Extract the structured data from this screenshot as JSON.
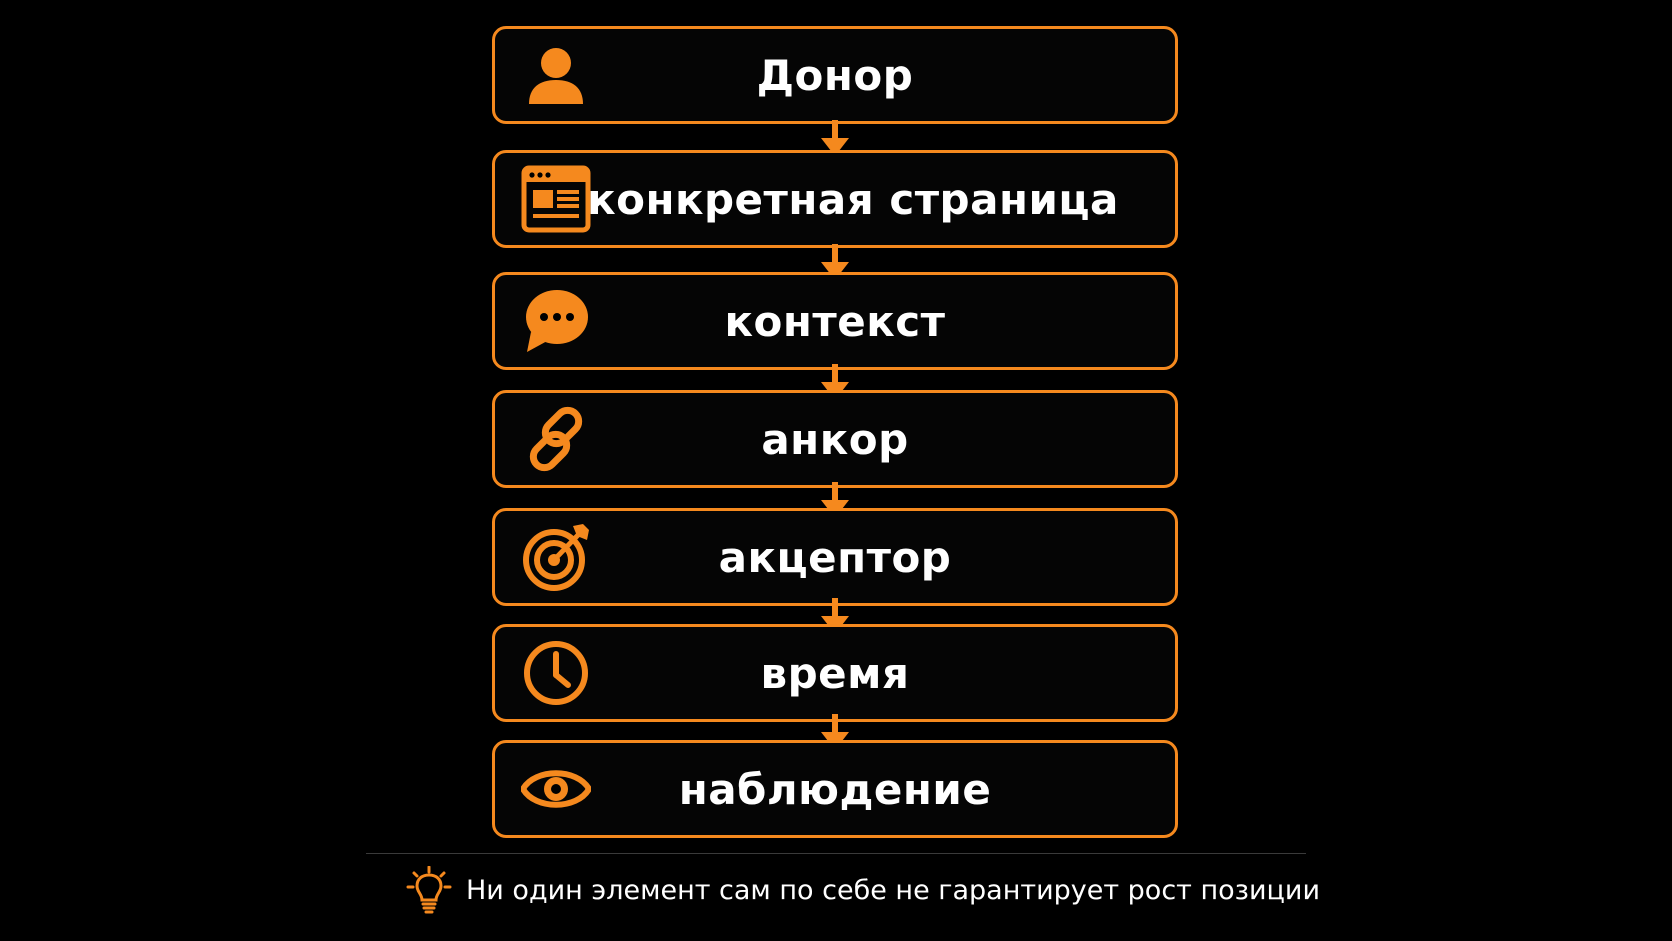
{
  "colors": {
    "background": "#000000",
    "accent": "#f5891e",
    "text": "#ffffff"
  },
  "steps": [
    {
      "label": "Донор",
      "icon": "user-icon"
    },
    {
      "label": "конкретная страница",
      "icon": "webpage-icon"
    },
    {
      "label": "контекст",
      "icon": "chat-bubble-icon"
    },
    {
      "label": "анкор",
      "icon": "link-icon"
    },
    {
      "label": "акцептор",
      "icon": "target-icon"
    },
    {
      "label": "время",
      "icon": "clock-icon"
    },
    {
      "label": "наблюдение",
      "icon": "eye-icon"
    }
  ],
  "note": {
    "text": "Ни один элемент сам по себе не гарантирует рост позиции",
    "icon": "lightbulb-icon"
  }
}
